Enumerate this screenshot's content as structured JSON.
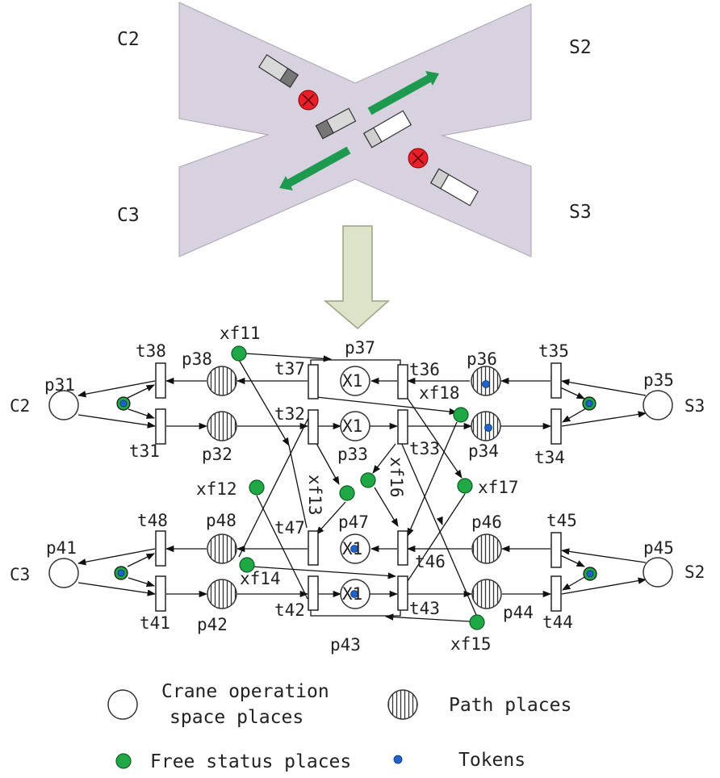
{
  "scene": {
    "corner_labels": {
      "c2": "C2",
      "s2": "S2",
      "c3": "C3",
      "s3": "S3"
    },
    "colors": {
      "road": "#d8d2e0",
      "arrow": "#1e9a50",
      "block_signal": "#e8202a",
      "down_arrow": "#dde3c9"
    }
  },
  "petri": {
    "places": {
      "p31": "p31",
      "p32": "p32",
      "p33": "p33",
      "p34": "p34",
      "p35": "p35",
      "p36": "p36",
      "p37": "p37",
      "p38": "p38",
      "p41": "p41",
      "p42": "p42",
      "p43": "p43",
      "p44": "p44",
      "p45": "p45",
      "p46": "p46",
      "p47": "p47",
      "p48": "p48"
    },
    "transitions": {
      "t31": "t31",
      "t32": "t32",
      "t33": "t33",
      "t34": "t34",
      "t35": "t35",
      "t36": "t36",
      "t37": "t37",
      "t38": "t38",
      "t41": "t41",
      "t42": "t42",
      "t43": "t43",
      "t44": "t44",
      "t45": "t45",
      "t46": "t46",
      "t47": "t47",
      "t48": "t48"
    },
    "free_places": {
      "xf11": "xf11",
      "xf12": "xf12",
      "xf13": "xf13",
      "xf14": "xf14",
      "xf15": "xf15",
      "xf16": "xf16",
      "xf17": "xf17",
      "xf18": "xf18"
    },
    "side_labels": {
      "left_top": "C2",
      "left_bottom": "C3",
      "right_top": "S3",
      "right_bottom": "S2"
    },
    "center_label": "X1"
  },
  "legend": {
    "crane_line1": "Crane operation",
    "crane_line2": "space places",
    "path": "Path places",
    "free": "Free status places",
    "tokens": "Tokens"
  },
  "colors": {
    "free_place": "#1fa845",
    "token": "#1f63c8"
  }
}
